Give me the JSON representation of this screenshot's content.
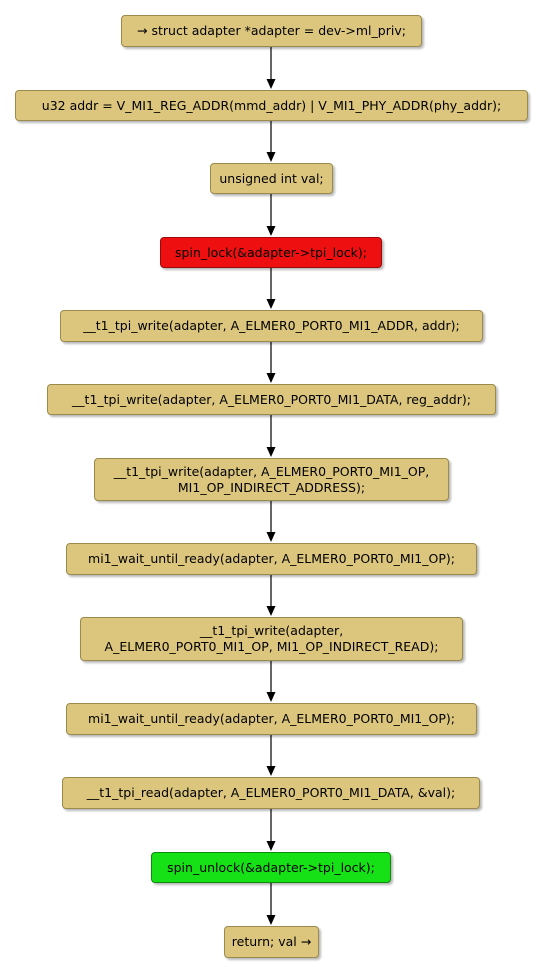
{
  "nodes": [
    {
      "id": "n0",
      "text": "→ struct adapter *adapter = dev->ml_priv;",
      "color": "#dcc67e"
    },
    {
      "id": "n1",
      "text": "u32 addr = V_MI1_REG_ADDR(mmd_addr) | V_MI1_PHY_ADDR(phy_addr);",
      "color": "#dcc67e"
    },
    {
      "id": "n2",
      "text": "unsigned int val;",
      "color": "#dcc67e"
    },
    {
      "id": "n3",
      "text": "spin_lock(&adapter->tpi_lock);",
      "color": "#ee1010"
    },
    {
      "id": "n4",
      "text": "__t1_tpi_write(adapter, A_ELMER0_PORT0_MI1_ADDR, addr);",
      "color": "#dcc67e"
    },
    {
      "id": "n5",
      "text": "__t1_tpi_write(adapter, A_ELMER0_PORT0_MI1_DATA, reg_addr);",
      "color": "#dcc67e"
    },
    {
      "id": "n6",
      "line1": "__t1_tpi_write(adapter, A_ELMER0_PORT0_MI1_OP,",
      "line2": "MI1_OP_INDIRECT_ADDRESS);",
      "color": "#dcc67e"
    },
    {
      "id": "n7",
      "text": "mi1_wait_until_ready(adapter, A_ELMER0_PORT0_MI1_OP);",
      "color": "#dcc67e"
    },
    {
      "id": "n8",
      "line1": "__t1_tpi_write(adapter,",
      "line2": "A_ELMER0_PORT0_MI1_OP, MI1_OP_INDIRECT_READ);",
      "color": "#dcc67e"
    },
    {
      "id": "n9",
      "text": "mi1_wait_until_ready(adapter, A_ELMER0_PORT0_MI1_OP);",
      "color": "#dcc67e"
    },
    {
      "id": "n10",
      "text": "__t1_tpi_read(adapter, A_ELMER0_PORT0_MI1_DATA, &val);",
      "color": "#dcc67e"
    },
    {
      "id": "n11",
      "text": "spin_unlock(&adapter->tpi_lock);",
      "color": "#16e116"
    },
    {
      "id": "n12",
      "text": "return; val →",
      "color": "#dcc67e"
    }
  ],
  "edges": [
    [
      "n0",
      "n1"
    ],
    [
      "n1",
      "n2"
    ],
    [
      "n2",
      "n3"
    ],
    [
      "n3",
      "n4"
    ],
    [
      "n4",
      "n5"
    ],
    [
      "n5",
      "n6"
    ],
    [
      "n6",
      "n7"
    ],
    [
      "n7",
      "n8"
    ],
    [
      "n8",
      "n9"
    ],
    [
      "n9",
      "n10"
    ],
    [
      "n10",
      "n11"
    ],
    [
      "n11",
      "n12"
    ]
  ]
}
